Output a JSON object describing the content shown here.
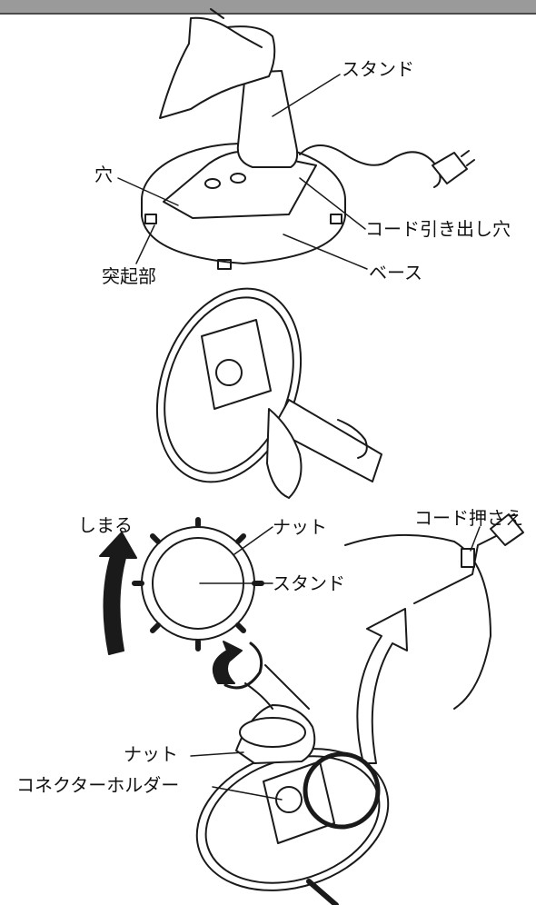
{
  "labels": {
    "stand_top": "スタンド",
    "hole": "穴",
    "cord_outlet": "コード引き出し穴",
    "protrusion": "突起部",
    "base": "ベース",
    "tighten": "しまる",
    "nut_top": "ナット",
    "stand_mid": "スタンド",
    "cord_clamp": "コード押さえ",
    "nut_bottom": "ナット",
    "connector_holder": "コネクターホルダー"
  }
}
